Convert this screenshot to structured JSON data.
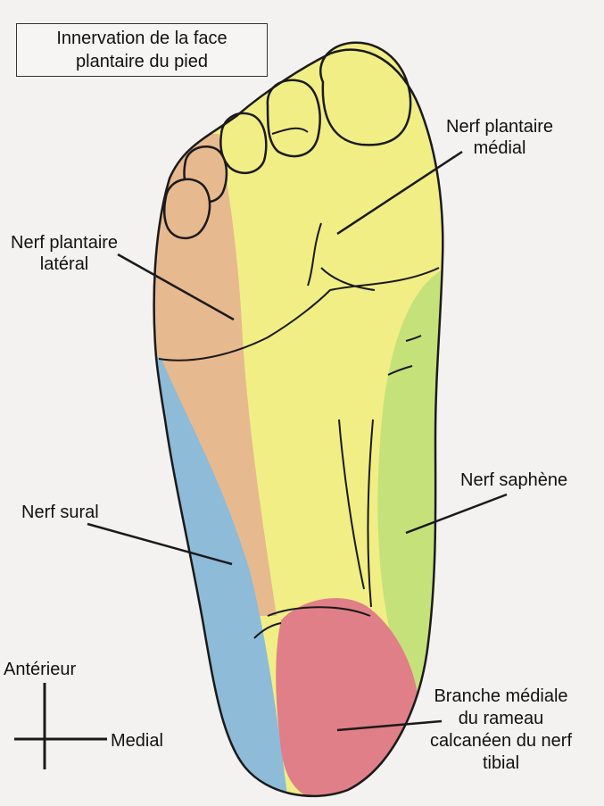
{
  "title": {
    "line1": "Innervation de la face",
    "line2": "plantaire du pied"
  },
  "labels": {
    "medial_plantar": {
      "line1": "Nerf plantaire",
      "line2": "médial"
    },
    "lateral_plantar": {
      "line1": "Nerf plantaire",
      "line2": "latéral"
    },
    "saphenous": "Nerf saphène",
    "sural": "Nerf sural",
    "calcaneal": {
      "line1": "Branche médiale",
      "line2": "du rameau",
      "line3": "calcanéen du nerf",
      "line4": "tibial"
    }
  },
  "orientation": {
    "anterior": "Antérieur",
    "medial": "Medial"
  },
  "colors": {
    "medial_plantar_zone": "#f1ee86",
    "lateral_plantar_zone": "#e7b98f",
    "saphenous_zone": "#c5e27a",
    "sural_zone": "#8dbbd8",
    "calcaneal_zone": "#e07f88",
    "outline": "#1a1a1a"
  }
}
